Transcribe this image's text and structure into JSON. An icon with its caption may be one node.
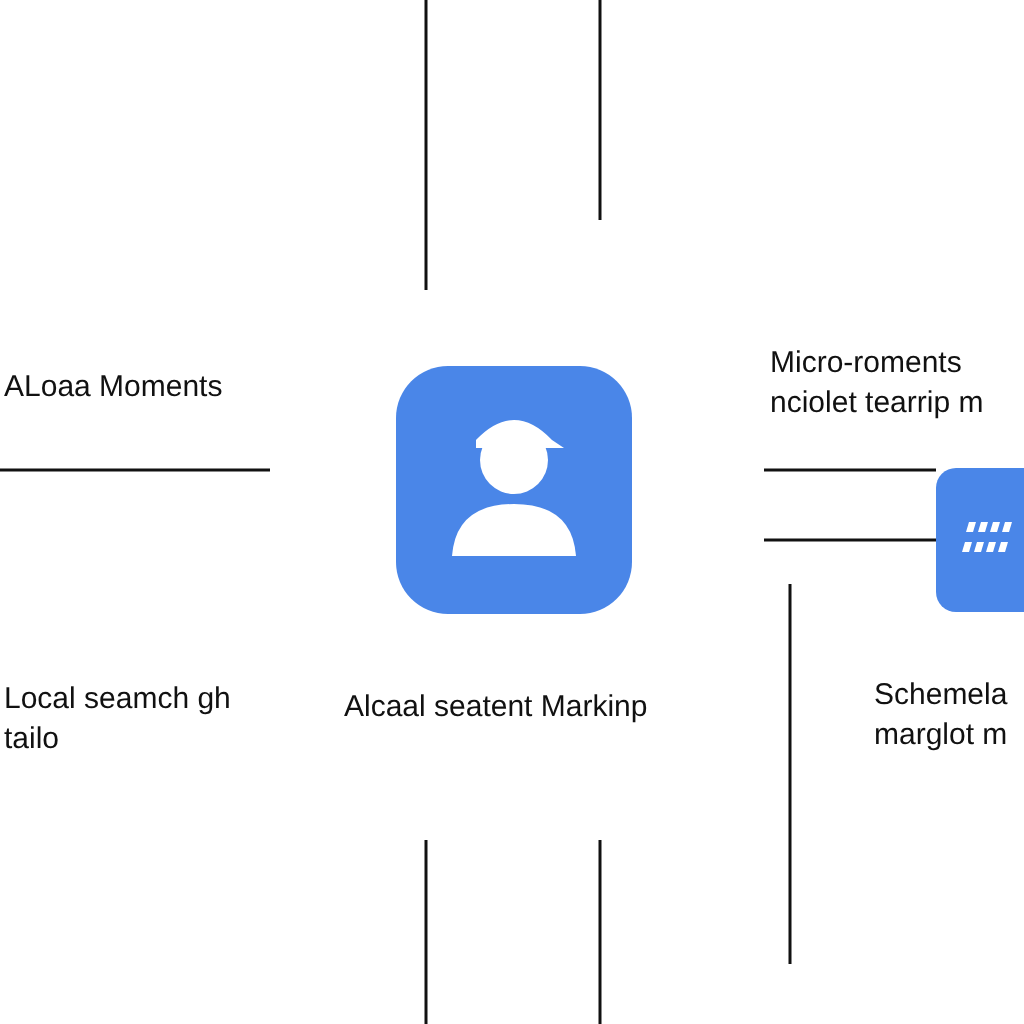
{
  "diagram": {
    "labels": [
      "ALoaa Moments",
      "Micro-roments nciolet tearrip m",
      "Local seamch gh tailo",
      "Alcaal seatent Markinp",
      "Schemela marglot m"
    ]
  }
}
